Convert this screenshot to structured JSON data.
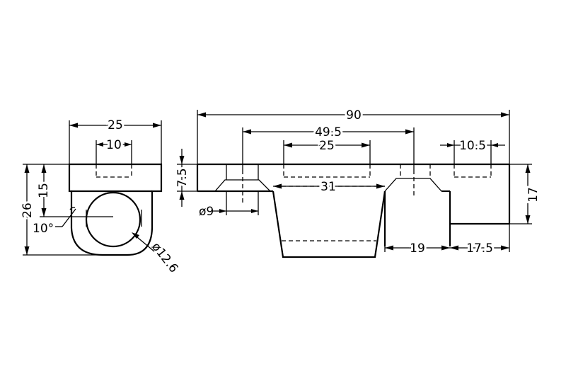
{
  "dimensions": {
    "side_width": "25",
    "side_hole": "10",
    "side_height_inner": "15",
    "side_height_total": "26",
    "side_angle": "10°",
    "side_bore": "ø12.6",
    "overall_length": "90",
    "hole_spacing": "49.5",
    "slot_width": "25",
    "right_hole": "10.5",
    "plate_thickness": "7.5",
    "post_width": "31",
    "countersink": "ø9",
    "step_height": "17",
    "step_width": "19",
    "end_offset": "17.5"
  },
  "colors": {
    "line": "#000000",
    "background": "#ffffff"
  }
}
